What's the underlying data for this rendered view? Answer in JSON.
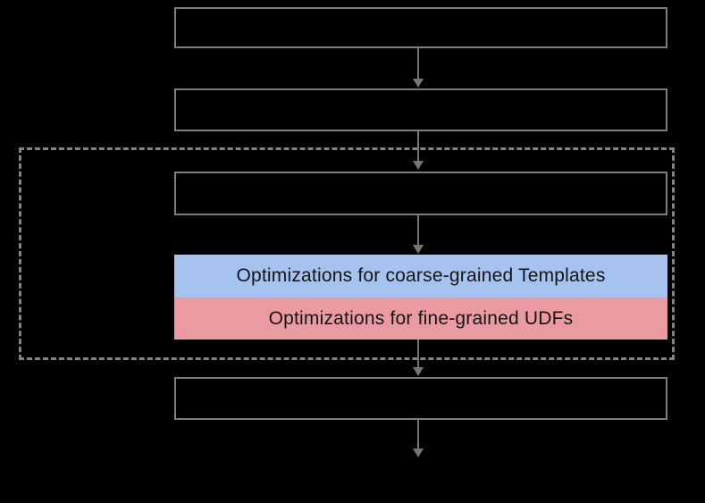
{
  "canvas": {
    "background": "#000000"
  },
  "diagram": {
    "type": "flowchart",
    "box_border_color": "#7d7d7d",
    "dashed_group_border_color": "#848484",
    "arrow_color": "#757575",
    "plain_boxes": [
      {
        "id": "box-1",
        "label": ""
      },
      {
        "id": "box-2",
        "label": ""
      },
      {
        "id": "box-3",
        "label": ""
      },
      {
        "id": "box-5",
        "label": ""
      }
    ],
    "optimization_layers": [
      {
        "label": "Optimizations for coarse-grained Templates",
        "background": "#a6c2ee",
        "text_color": "#151515"
      },
      {
        "label": "Optimizations for fine-grained UDFs",
        "background": "#ec9aa2",
        "text_color": "#151515"
      }
    ],
    "arrows": [
      {
        "from": "box-1",
        "to": "box-2"
      },
      {
        "from": "box-2",
        "to": "box-3"
      },
      {
        "from": "box-3",
        "to": "optimization-layers"
      },
      {
        "from": "optimization-layers",
        "to": "box-5"
      },
      {
        "from": "box-5",
        "to": "out"
      }
    ]
  }
}
